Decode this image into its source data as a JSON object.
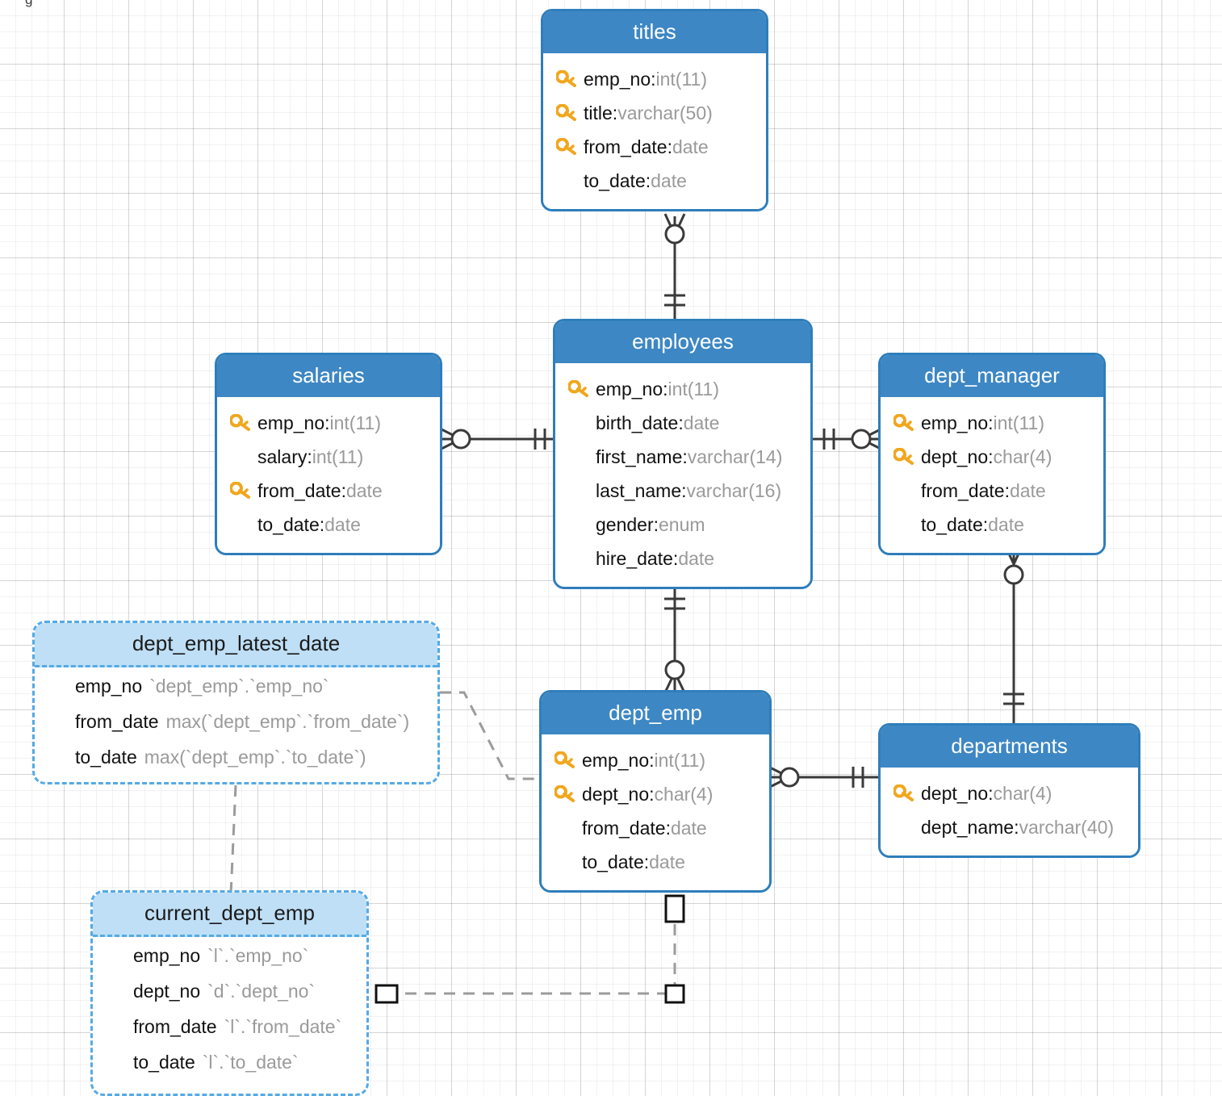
{
  "diagram": {
    "type": "er-diagram",
    "notation": "crows-foot",
    "title_fragment": "g",
    "colors": {
      "entity_header": "#3d87c4",
      "entity_border": "#2e7ebb",
      "view_header": "#bfdff6",
      "view_border": "#55aae6",
      "key_icon": "#f0a71e",
      "type_text": "#9a9a9a",
      "name_text": "#111111",
      "connector": "#3a3a3a",
      "grid": "#e6e6e6",
      "background": "#ffffff"
    }
  },
  "entities": [
    {
      "id": "titles",
      "name": "titles",
      "fields": [
        {
          "key": true,
          "name": "emp_no",
          "sep": ": ",
          "type": "int(11)"
        },
        {
          "key": true,
          "name": "title",
          "sep": ": ",
          "type": "varchar(50)"
        },
        {
          "key": true,
          "name": "from_date",
          "sep": ": ",
          "type": "date"
        },
        {
          "key": false,
          "name": "to_date",
          "sep": ": ",
          "type": "date"
        }
      ]
    },
    {
      "id": "employees",
      "name": "employees",
      "fields": [
        {
          "key": true,
          "name": "emp_no",
          "sep": ": ",
          "type": "int(11)"
        },
        {
          "key": false,
          "name": "birth_date",
          "sep": ": ",
          "type": "date"
        },
        {
          "key": false,
          "name": "first_name",
          "sep": ": ",
          "type": "varchar(14)"
        },
        {
          "key": false,
          "name": "last_name",
          "sep": ": ",
          "type": "varchar(16)"
        },
        {
          "key": false,
          "name": "gender",
          "sep": ": ",
          "type": "enum"
        },
        {
          "key": false,
          "name": "hire_date",
          "sep": ": ",
          "type": "date"
        }
      ]
    },
    {
      "id": "salaries",
      "name": "salaries",
      "fields": [
        {
          "key": true,
          "name": "emp_no",
          "sep": ": ",
          "type": "int(11)"
        },
        {
          "key": false,
          "name": "salary",
          "sep": ": ",
          "type": "int(11)"
        },
        {
          "key": true,
          "name": "from_date",
          "sep": ": ",
          "type": "date"
        },
        {
          "key": false,
          "name": "to_date",
          "sep": ": ",
          "type": "date"
        }
      ]
    },
    {
      "id": "dept_manager",
      "name": "dept_manager",
      "fields": [
        {
          "key": true,
          "name": "emp_no",
          "sep": ": ",
          "type": "int(11)"
        },
        {
          "key": true,
          "name": "dept_no",
          "sep": ": ",
          "type": "char(4)"
        },
        {
          "key": false,
          "name": "from_date",
          "sep": ": ",
          "type": "date"
        },
        {
          "key": false,
          "name": "to_date",
          "sep": ": ",
          "type": "date"
        }
      ]
    },
    {
      "id": "dept_emp",
      "name": "dept_emp",
      "fields": [
        {
          "key": true,
          "name": "emp_no",
          "sep": ": ",
          "type": "int(11)"
        },
        {
          "key": true,
          "name": "dept_no",
          "sep": ": ",
          "type": "char(4)"
        },
        {
          "key": false,
          "name": "from_date",
          "sep": ": ",
          "type": "date"
        },
        {
          "key": false,
          "name": "to_date",
          "sep": ": ",
          "type": "date"
        }
      ]
    },
    {
      "id": "departments",
      "name": "departments",
      "fields": [
        {
          "key": true,
          "name": "dept_no",
          "sep": ": ",
          "type": "char(4)"
        },
        {
          "key": false,
          "name": "dept_name",
          "sep": ": ",
          "type": "varchar(40)"
        }
      ]
    }
  ],
  "views": [
    {
      "id": "dept_emp_latest_date",
      "name": "dept_emp_latest_date",
      "fields": [
        {
          "name": "emp_no",
          "expr": "`dept_emp`.`emp_no`"
        },
        {
          "name": "from_date",
          "expr": "max(`dept_emp`.`from_date`)"
        },
        {
          "name": "to_date",
          "expr": "max(`dept_emp`.`to_date`)"
        }
      ]
    },
    {
      "id": "current_dept_emp",
      "name": "current_dept_emp",
      "fields": [
        {
          "name": "emp_no",
          "expr": "`l`.`emp_no`"
        },
        {
          "name": "dept_no",
          "expr": "`d`.`dept_no`"
        },
        {
          "name": "from_date",
          "expr": "`l`.`from_date`"
        },
        {
          "name": "to_date",
          "expr": "`l`.`to_date`"
        }
      ]
    }
  ],
  "relationships": [
    {
      "from": "titles",
      "to": "employees",
      "from_card": "zero-or-many",
      "to_card": "exactly-one",
      "style": "solid"
    },
    {
      "from": "salaries",
      "to": "employees",
      "from_card": "zero-or-many",
      "to_card": "exactly-one",
      "style": "solid"
    },
    {
      "from": "dept_manager",
      "to": "employees",
      "from_card": "zero-or-many",
      "to_card": "exactly-one",
      "style": "solid"
    },
    {
      "from": "dept_emp",
      "to": "employees",
      "from_card": "zero-or-many",
      "to_card": "exactly-one",
      "style": "solid"
    },
    {
      "from": "dept_manager",
      "to": "departments",
      "from_card": "zero-or-many",
      "to_card": "exactly-one",
      "style": "solid"
    },
    {
      "from": "dept_emp",
      "to": "departments",
      "from_card": "zero-or-many",
      "to_card": "exactly-one",
      "style": "solid"
    },
    {
      "from": "dept_emp_latest_date",
      "to": "dept_emp",
      "style": "dashed",
      "endpoint": "square"
    },
    {
      "from": "dept_emp_latest_date",
      "to": "current_dept_emp",
      "style": "dashed",
      "endpoint": "none"
    },
    {
      "from": "current_dept_emp",
      "to": "dept_emp",
      "style": "dashed",
      "endpoint": "square"
    }
  ]
}
